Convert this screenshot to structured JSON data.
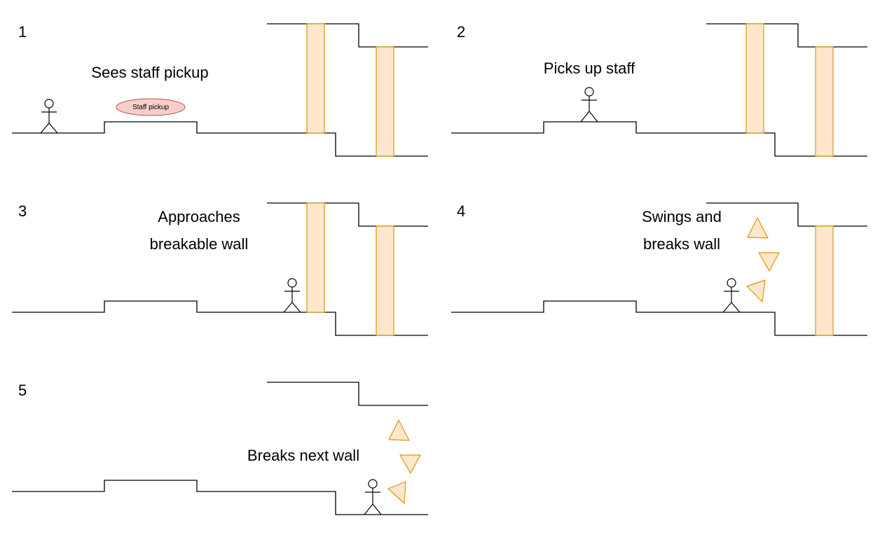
{
  "panels": [
    {
      "number": "1",
      "caption": [
        "Sees staff pickup"
      ],
      "pickup_label": "Staff pickup"
    },
    {
      "number": "2",
      "caption": [
        "Picks up staff"
      ]
    },
    {
      "number": "3",
      "caption": [
        "Approaches",
        "breakable wall"
      ]
    },
    {
      "number": "4",
      "caption": [
        "Swings and",
        "breaks wall"
      ]
    },
    {
      "number": "5",
      "caption": [
        "Breaks next wall"
      ]
    }
  ],
  "colors": {
    "wall_fill": "#ffe6cc",
    "wall_stroke": "#d79b00",
    "pickup_fill": "#f8cecc",
    "pickup_stroke": "#b85450"
  }
}
